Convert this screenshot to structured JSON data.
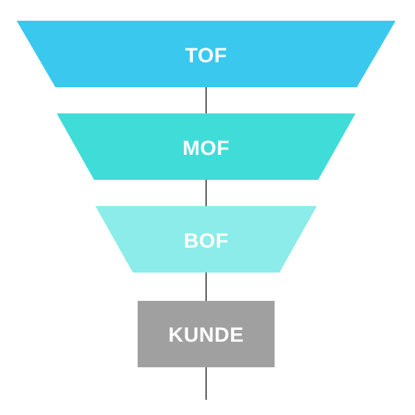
{
  "funnel": {
    "stages": [
      {
        "label": "TOF",
        "color": "#3AC8EF"
      },
      {
        "label": "MOF",
        "color": "#40DCD8"
      },
      {
        "label": "BOF",
        "color": "#8CECE9"
      }
    ],
    "customer": {
      "label": "KUNDE",
      "color": "#A0A0A0"
    },
    "connector_color": "#555555"
  }
}
